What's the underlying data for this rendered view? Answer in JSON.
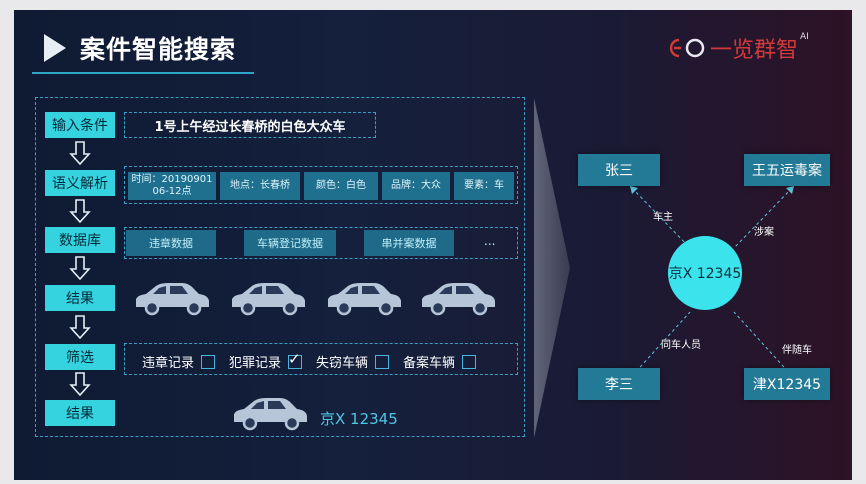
{
  "header": {
    "title": "案件智能搜索",
    "logo_text": "一览群智",
    "logo_superscript": "AI"
  },
  "steps": [
    {
      "label": "输入条件"
    },
    {
      "label": "语义解析"
    },
    {
      "label": "数据库"
    },
    {
      "label": "结果"
    },
    {
      "label": "筛选"
    },
    {
      "label": "结果"
    }
  ],
  "query": "1号上午经过长春桥的白色大众车",
  "parse_chips": [
    {
      "label": "时间：20190901 06-12点"
    },
    {
      "label": "地点：长春桥"
    },
    {
      "label": "颜色：白色"
    },
    {
      "label": "品牌：大众"
    },
    {
      "label": "要素：车"
    }
  ],
  "databases": [
    {
      "label": "违章数据"
    },
    {
      "label": "车辆登记数据"
    },
    {
      "label": "串并案数据"
    },
    {
      "label": "..."
    }
  ],
  "filters": [
    {
      "label": "违章记录",
      "checked": false
    },
    {
      "label": "犯罪记录",
      "checked": true
    },
    {
      "label": "失窃车辆",
      "checked": false
    },
    {
      "label": "备案车辆",
      "checked": false
    }
  ],
  "result_plate": "京X 12345",
  "graph": {
    "center": "京X 12345",
    "nodes": {
      "top_left": "张三",
      "top_right": "王五运毒案",
      "bottom_left": "李三",
      "bottom_right": "津X12345"
    },
    "edges": {
      "top_left": "车主",
      "top_right": "涉案",
      "bottom_left": "同车人员",
      "bottom_right": "伴随车"
    }
  },
  "colors": {
    "accent": "#35d3df",
    "node": "#237a97",
    "logo": "#d13a3a"
  }
}
